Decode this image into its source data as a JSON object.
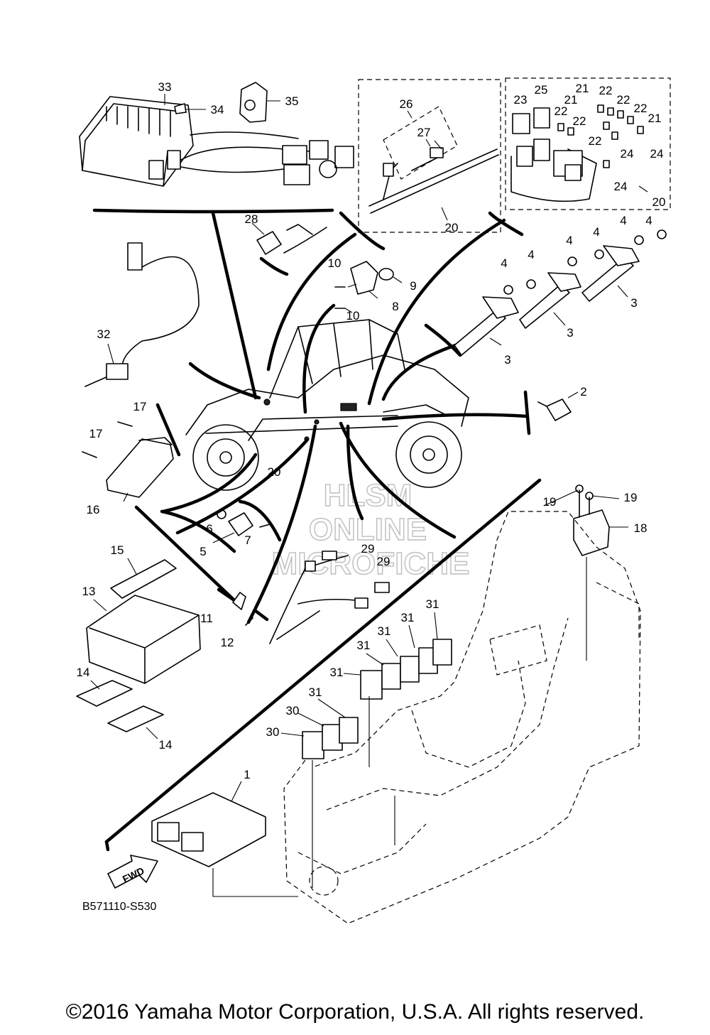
{
  "watermark": [
    "HLSM",
    "ONLINE",
    "MICROFICHE"
  ],
  "callouts": [
    {
      "id": "c33",
      "n": "33"
    },
    {
      "id": "c34",
      "n": "34"
    },
    {
      "id": "c35",
      "n": "35"
    },
    {
      "id": "c26",
      "n": "26"
    },
    {
      "id": "c27",
      "n": "27"
    },
    {
      "id": "c20a",
      "n": "20"
    },
    {
      "id": "c23",
      "n": "23"
    },
    {
      "id": "c25",
      "n": "25"
    },
    {
      "id": "c21a",
      "n": "21"
    },
    {
      "id": "c22a",
      "n": "22"
    },
    {
      "id": "c21b",
      "n": "21"
    },
    {
      "id": "c22b",
      "n": "22"
    },
    {
      "id": "c22c",
      "n": "22"
    },
    {
      "id": "c22d",
      "n": "22"
    },
    {
      "id": "c22e",
      "n": "22"
    },
    {
      "id": "c21c",
      "n": "21"
    },
    {
      "id": "c22f",
      "n": "22"
    },
    {
      "id": "c24a",
      "n": "24"
    },
    {
      "id": "c24b",
      "n": "24"
    },
    {
      "id": "c24c",
      "n": "24"
    },
    {
      "id": "c20b",
      "n": "20"
    },
    {
      "id": "c28",
      "n": "28"
    },
    {
      "id": "c10a",
      "n": "10"
    },
    {
      "id": "c9",
      "n": "9"
    },
    {
      "id": "c8",
      "n": "8"
    },
    {
      "id": "c10b",
      "n": "10"
    },
    {
      "id": "c4a",
      "n": "4"
    },
    {
      "id": "c4b",
      "n": "4"
    },
    {
      "id": "c4c",
      "n": "4"
    },
    {
      "id": "c4d",
      "n": "4"
    },
    {
      "id": "c4e",
      "n": "4"
    },
    {
      "id": "c4f",
      "n": "4"
    },
    {
      "id": "c3a",
      "n": "3"
    },
    {
      "id": "c3b",
      "n": "3"
    },
    {
      "id": "c3c",
      "n": "3"
    },
    {
      "id": "c32",
      "n": "32"
    },
    {
      "id": "c2",
      "n": "2"
    },
    {
      "id": "c17a",
      "n": "17"
    },
    {
      "id": "c17b",
      "n": "17"
    },
    {
      "id": "c16",
      "n": "16"
    },
    {
      "id": "c20c",
      "n": "20"
    },
    {
      "id": "c19a",
      "n": "19"
    },
    {
      "id": "c19b",
      "n": "19"
    },
    {
      "id": "c18",
      "n": "18"
    },
    {
      "id": "c15",
      "n": "15"
    },
    {
      "id": "c6",
      "n": "6"
    },
    {
      "id": "c5",
      "n": "5"
    },
    {
      "id": "c7",
      "n": "7"
    },
    {
      "id": "c29a",
      "n": "29"
    },
    {
      "id": "c29b",
      "n": "29"
    },
    {
      "id": "c13",
      "n": "13"
    },
    {
      "id": "c11",
      "n": "11"
    },
    {
      "id": "c12",
      "n": "12"
    },
    {
      "id": "c31a",
      "n": "31"
    },
    {
      "id": "c31b",
      "n": "31"
    },
    {
      "id": "c31c",
      "n": "31"
    },
    {
      "id": "c31d",
      "n": "31"
    },
    {
      "id": "c31e",
      "n": "31"
    },
    {
      "id": "c14a",
      "n": "14"
    },
    {
      "id": "c14b",
      "n": "14"
    },
    {
      "id": "c31f",
      "n": "31"
    },
    {
      "id": "c30a",
      "n": "30"
    },
    {
      "id": "c30b",
      "n": "30"
    },
    {
      "id": "c1",
      "n": "1"
    }
  ],
  "fwd_label": "FWD",
  "diagram_code": "B571110-S530",
  "copyright": "©2016 Yamaha Motor Corporation, U.S.A. All rights reserved."
}
